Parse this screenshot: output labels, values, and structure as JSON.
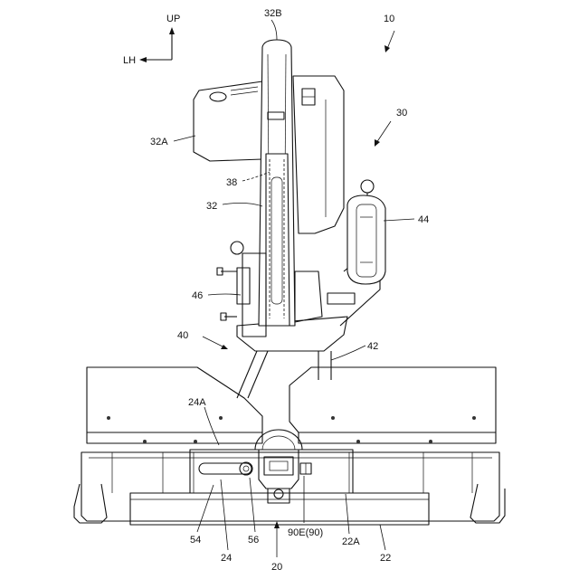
{
  "figure": {
    "direction_up": "UP",
    "direction_lh": "LH",
    "labels": {
      "saw": "10",
      "cutting_unit": "30",
      "blade_top": "32B",
      "motor_housing": "32A",
      "inner_blade": "38",
      "blade": "32",
      "handle": "44",
      "fence_knob": "46",
      "support": "40",
      "support_arm": "42",
      "fence_left": "24A",
      "lock_lever": "54",
      "turntable": "24",
      "pin": "56",
      "base": "20",
      "lock_mechanism": "90E(90)",
      "fence_right": "22A",
      "table": "22"
    }
  }
}
